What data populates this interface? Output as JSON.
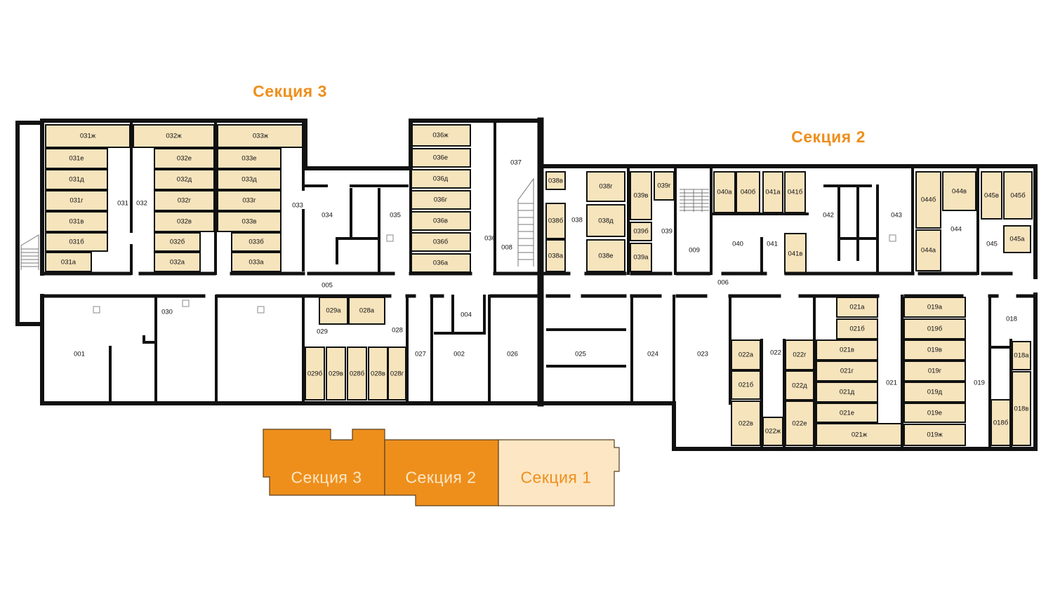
{
  "headings": {
    "section3": "Секция 3",
    "section2": "Секция 2"
  },
  "colors": {
    "accent": "#ee8f1c",
    "storage_fill": "#f6e4bd",
    "section1_fill": "#fde6c3",
    "wall": "#111111"
  },
  "rooms": [
    "031ж",
    "032ж",
    "033ж",
    "031е",
    "031д",
    "031г",
    "031в",
    "031б",
    "031а",
    "031",
    "032",
    "032е",
    "032д",
    "032г",
    "032в",
    "032б",
    "032а",
    "033е",
    "033д",
    "033г",
    "033в",
    "033б",
    "033а",
    "033",
    "034",
    "035",
    "036ж",
    "036е",
    "036д",
    "036г",
    "036в",
    "036б",
    "036а",
    "036",
    "008",
    "037",
    "005",
    "038в",
    "038г",
    "038б",
    "038",
    "038д",
    "038а",
    "038е",
    "039в",
    "039г",
    "039б",
    "039",
    "039а",
    "009",
    "040а",
    "040б",
    "041а",
    "041б",
    "040",
    "041",
    "041в",
    "042",
    "043",
    "044б",
    "044в",
    "044",
    "044а",
    "045в",
    "045б",
    "045",
    "045а",
    "006",
    "001",
    "030",
    "029а",
    "028а",
    "029",
    "028",
    "029б",
    "029в",
    "028б",
    "028в",
    "028г",
    "027",
    "004",
    "002",
    "026",
    "025",
    "024",
    "023",
    "022а",
    "021б",
    "022в",
    "022ж",
    "022",
    "022г",
    "022д",
    "022е",
    "021а",
    "021б",
    "021в",
    "021г",
    "021д",
    "021е",
    "021ж",
    "021",
    "019а",
    "019б",
    "019в",
    "019г",
    "019д",
    "019е",
    "019ж",
    "019",
    "018",
    "018а",
    "018б",
    "018в"
  ],
  "minimap": [
    {
      "label": "Секция 3",
      "state": "active"
    },
    {
      "label": "Секция 2",
      "state": "active"
    },
    {
      "label": "Секция 1",
      "state": "inactive"
    }
  ]
}
